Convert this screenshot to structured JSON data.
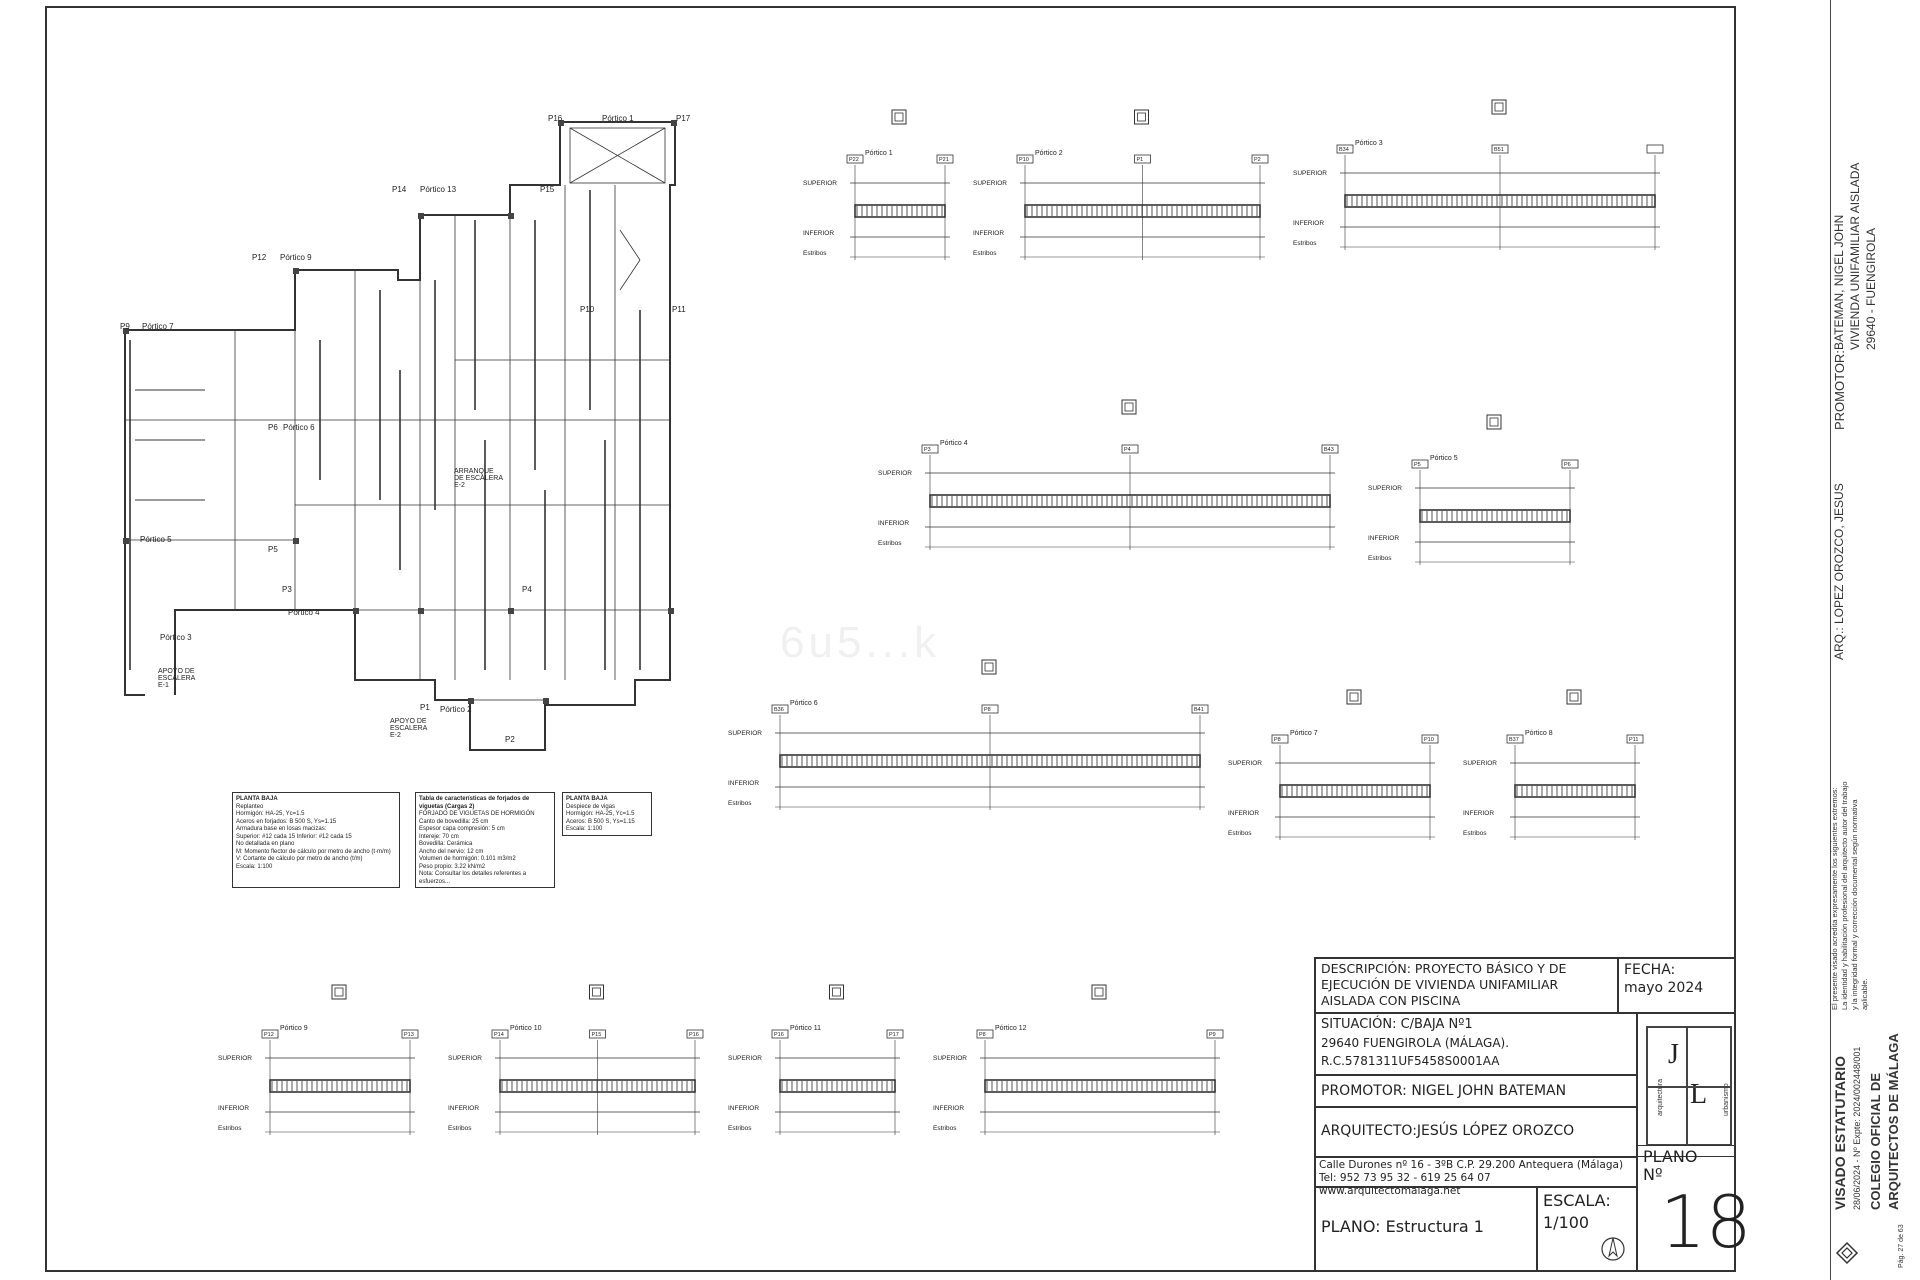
{
  "plan": {
    "floor_labels": [
      "P16",
      "Pórtico 1",
      "P17",
      "P14",
      "Pórtico 13",
      "P15",
      "P12",
      "Pórtico 9",
      "P9",
      "Pórtico 7",
      "Pórtico 5",
      "Pórtico 3",
      "Pórtico 4",
      "Pórtico 6",
      "Pórtico 2",
      "P4",
      "P3",
      "P5",
      "P6",
      "P1",
      "P2",
      "P10",
      "P11",
      "APOYO DE ESCALERA E-1",
      "APOYO DE ESCALERA E-2",
      "ARRANQUE DE ESCALERA E-2"
    ],
    "legend_planta_baja_title": "PLANTA BAJA",
    "legend_planta_baja_lines": [
      "Replanteo",
      "Hormigón: HA-25, Yc=1.5",
      "Aceros en forjados: B 500 S, Ys=1.15",
      "Armadura base en losas macizas:",
      "Superior: #12 cada 15  Inferior: #12 cada 15",
      "No detallada en plano",
      "M: Momento flector de cálculo por metro de ancho (t·m/m)",
      "V: Cortante de cálculo por metro de ancho (t/m)",
      "Escala: 1:100"
    ],
    "legend_table_title": "Tabla de características de forjados de viguetas (Cargas 2)",
    "legend_table_lines": [
      "FORJADO DE VIGUETAS DE HORMIGÓN",
      "Canto de bovedilla: 25 cm",
      "Espesor capa compresión: 5 cm",
      "Intereje: 70 cm",
      "Bovedilla: Cerámica",
      "Ancho del nervio: 12 cm",
      "Volumen de hormigón: 0.101 m3/m2",
      "Peso propio: 3.22 kN/m2",
      "Nota: Consultar los detalles referentes a esfuerzos..."
    ],
    "legend_planta_baja2_title": "PLANTA BAJA",
    "legend_planta_baja2_lines": [
      "Despiece de vigas",
      "Hormigón: HA-25, Yc=1.5",
      "Aceros: B 500 S, Ys=1.15",
      "Escala: 1:100"
    ]
  },
  "porticos": [
    {
      "name": "Pórtico 1",
      "labels": [
        "SUPERIOR",
        "INFERIOR",
        "Estribos"
      ],
      "supports": [
        "P22",
        "P21"
      ]
    },
    {
      "name": "Pórtico 2",
      "labels": [
        "SUPERIOR",
        "INFERIOR",
        "Estribos"
      ],
      "supports": [
        "P10",
        "P1",
        "P2"
      ]
    },
    {
      "name": "Pórtico 3",
      "labels": [
        "SUPERIOR",
        "INFERIOR",
        "Estribos"
      ],
      "supports": [
        "B34",
        "B51"
      ]
    },
    {
      "name": "Pórtico 4",
      "labels": [
        "SUPERIOR",
        "INFERIOR",
        "Estribos"
      ],
      "supports": [
        "P3",
        "P4",
        "B43"
      ]
    },
    {
      "name": "Pórtico 5",
      "labels": [
        "SUPERIOR",
        "INFERIOR",
        "Estribos"
      ],
      "supports": [
        "P5",
        "P6"
      ]
    },
    {
      "name": "Pórtico 6",
      "labels": [
        "SUPERIOR",
        "INFERIOR",
        "Estribos"
      ],
      "supports": [
        "B36",
        "P8",
        "B41"
      ]
    },
    {
      "name": "Pórtico 7",
      "labels": [
        "SUPERIOR",
        "INFERIOR",
        "Estribos"
      ],
      "supports": [
        "P8",
        "P10"
      ]
    },
    {
      "name": "Pórtico 8",
      "labels": [
        "SUPERIOR",
        "INFERIOR",
        "Estribos"
      ],
      "supports": [
        "B37",
        "P11"
      ]
    },
    {
      "name": "Pórtico 9",
      "labels": [
        "SUPERIOR",
        "INFERIOR",
        "Estribos"
      ],
      "supports": [
        "P12",
        "P13"
      ]
    },
    {
      "name": "Pórtico 10",
      "labels": [
        "SUPERIOR",
        "INFERIOR",
        "Estribos"
      ],
      "supports": [
        "P14",
        "P15",
        "P16"
      ]
    },
    {
      "name": "Pórtico 11",
      "labels": [
        "SUPERIOR",
        "INFERIOR",
        "Estribos"
      ],
      "supports": [
        "P16",
        "P17"
      ]
    },
    {
      "name": "Pórtico 12",
      "labels": [
        "SUPERIOR",
        "INFERIOR",
        "Estribos"
      ],
      "supports": [
        "P8",
        "P9"
      ]
    }
  ],
  "title_block": {
    "descripcion": "DESCRIPCIÓN: PROYECTO BÁSICO Y DE EJECUCIÓN DE VIVIENDA UNIFAMILIAR AISLADA CON PISCINA",
    "fecha_label": "FECHA:",
    "fecha_value": "mayo  2024",
    "situacion_line1": "SITUACIÓN:  C/BAJA Nº1",
    "situacion_line2": "29640 FUENGIROLA (MÁLAGA).",
    "situacion_line3": "R.C.5781311UF5458S0001AA",
    "promotor": "PROMOTOR: NIGEL JOHN BATEMAN",
    "arquitecto": "ARQUITECTO:JESÚS LÓPEZ OROZCO",
    "logo_letters": [
      "J",
      "L"
    ],
    "logo_side_text_left": "arquitectura",
    "logo_side_text_right": "urbanismo",
    "address": "Calle Durones nº 16 - 3ºB      C.P. 29.200      Antequera (Málaga)",
    "contact": "Tel: 952 73 95 32 - 619 25 64 07 www.arquitectomalaga.net",
    "escala_label": "ESCALA:",
    "escala_value": "1/100",
    "plano_label": "PLANO",
    "plano_no": "Nº",
    "plano_number": "18",
    "plano_name": "PLANO: Estructura 1"
  },
  "margin": {
    "promotor_label": "PROMOTOR:",
    "promotor_lines": [
      "BATEMAN, NIGEL JOHN",
      "VIVIENDA UNIFAMILIAR AISLADA",
      "29640 - FUENGIROLA"
    ],
    "arq_line": "ARQ.: LOPEZ OROZCO, JESUS",
    "visado_title": "VISADO ESTATUTARIO",
    "visado_line": "28/06/2024 - Nº Expte: 2024/002448/001",
    "colegio_line1": "COLEGIO OFICIAL DE",
    "colegio_line2": "ARQUITECTOS DE MÁLAGA",
    "visado_text": "El presente visado acredita expresamente los siguientes extremos: La identidad y habilitación profesional del arquitecto autor del trabajo y la integridad formal y corrección documental según normativa aplicable.",
    "page": "Pág. 27 de 63"
  },
  "watermark": "6u5...k"
}
